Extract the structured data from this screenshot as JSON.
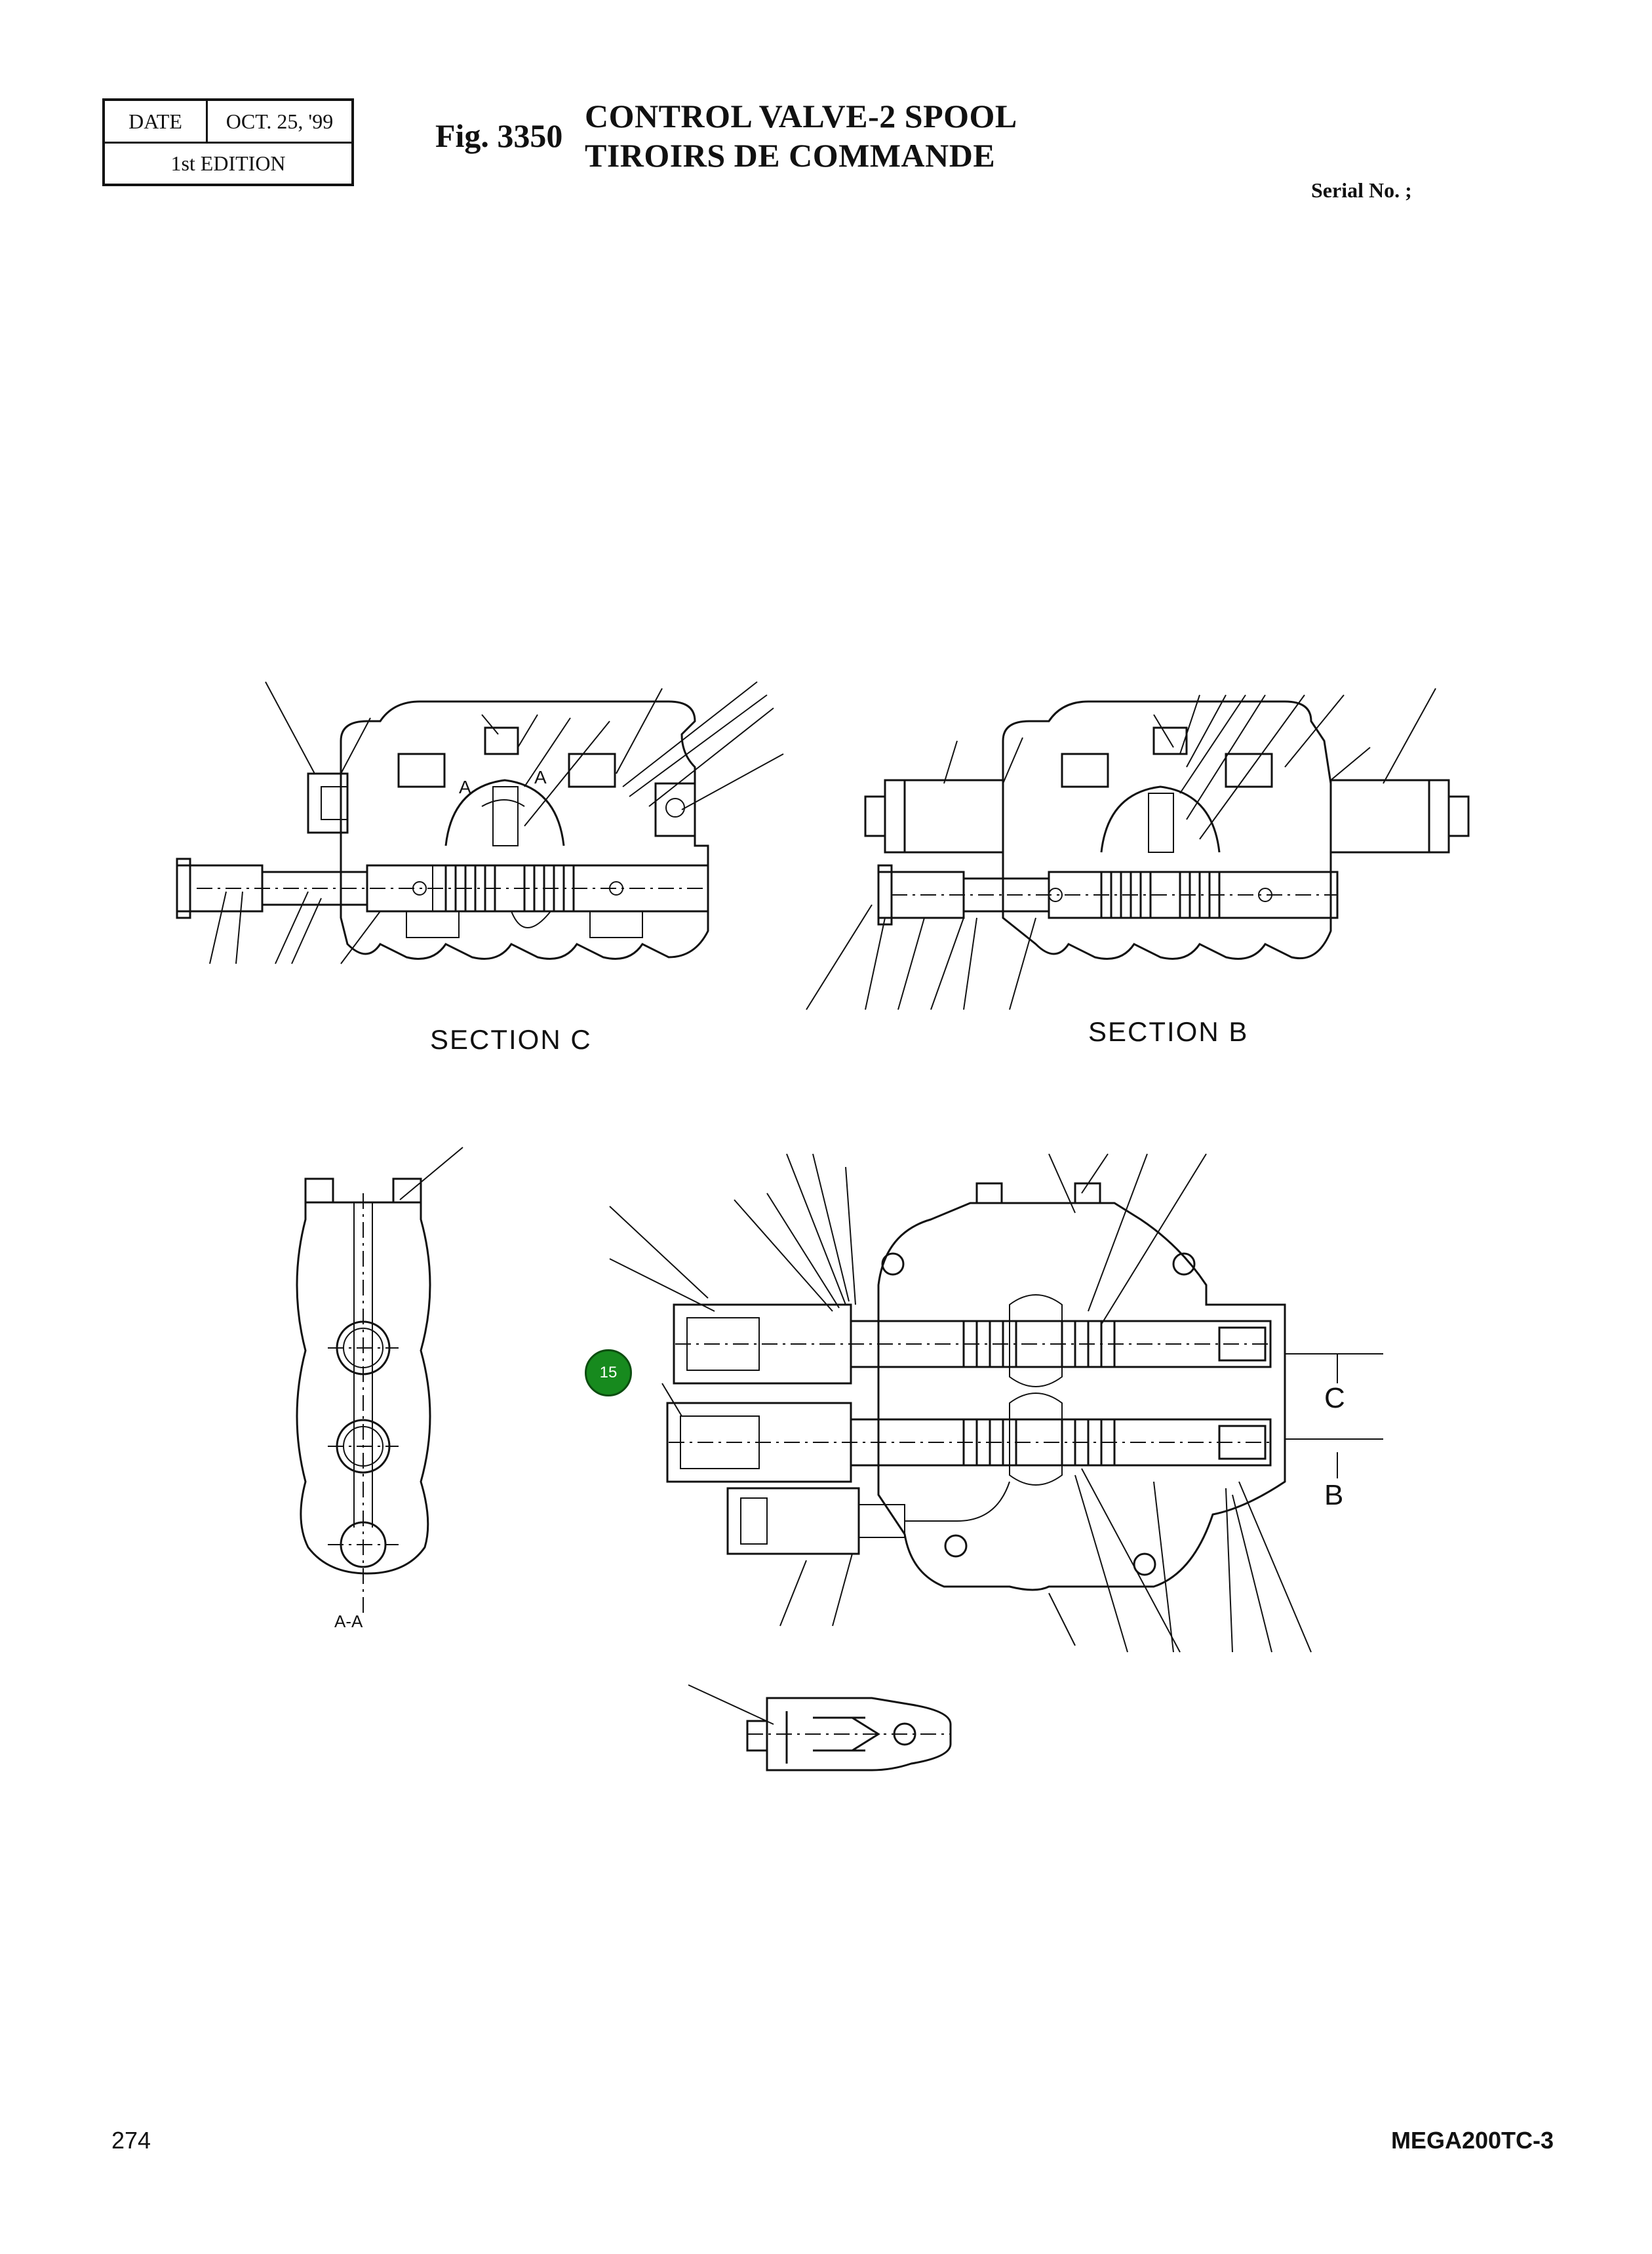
{
  "header": {
    "date_label": "DATE",
    "date_value": "OCT. 25, '99",
    "edition": "1st EDITION",
    "fig_number": "Fig. 3350",
    "title_en": "CONTROL VALVE-2 SPOOL",
    "title_fr": "TIROIRS DE COMMANDE",
    "serial": "Serial No. ;"
  },
  "diagram": {
    "section_c_label": "SECTION  C",
    "section_b_label": "SECTION  B",
    "aa_label": "A-A",
    "cut_c": "C",
    "cut_b": "B",
    "callout": "15",
    "callout_color": "#178a1e",
    "section_marks": [
      "A",
      "A"
    ]
  },
  "footer": {
    "page_number": "274",
    "model": "MEGA200TC-3"
  }
}
